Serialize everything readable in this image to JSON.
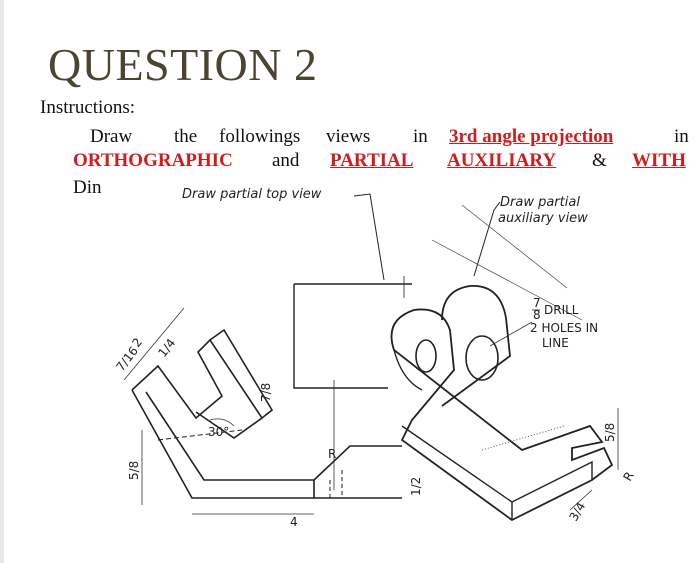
{
  "slide": {
    "title": "QUESTION 2",
    "instructions_label": "Instructions:",
    "line1": {
      "w1": "Draw",
      "w2": "the",
      "w3": "followings",
      "w4": "views",
      "w5": "in",
      "w6": "3rd angle projection",
      "w7": "in"
    },
    "line2": {
      "w1": "ORTHOGRAPHIC",
      "w2": "and",
      "w3": "PARTIAL",
      "w4": "AUXILIARY",
      "w5": "&",
      "w6": "WITH"
    },
    "line3": "Din"
  },
  "drawing": {
    "label_top_view": "Draw partial top view",
    "label_aux_1": "Draw partial",
    "label_aux_2": "auxiliary view",
    "note_drill": "DRILL",
    "note_drill_frac_num": "7",
    "note_drill_frac_den": "8",
    "note_holes": "2 HOLES IN",
    "note_line": "LINE",
    "dim_2_3_8": "2",
    "dim_quarter": "1/4",
    "dim_7_16": "7/16",
    "dim_30": "30°",
    "dim_r": "R",
    "dim_4_1_16": "4",
    "dim_5_8": "5/8",
    "dim_7_8": "7/8",
    "dim_1_2": "1/2",
    "dim_3_4": "3/4"
  },
  "colors": {
    "title": "#4a4530",
    "highlight": "#d41a1a"
  }
}
